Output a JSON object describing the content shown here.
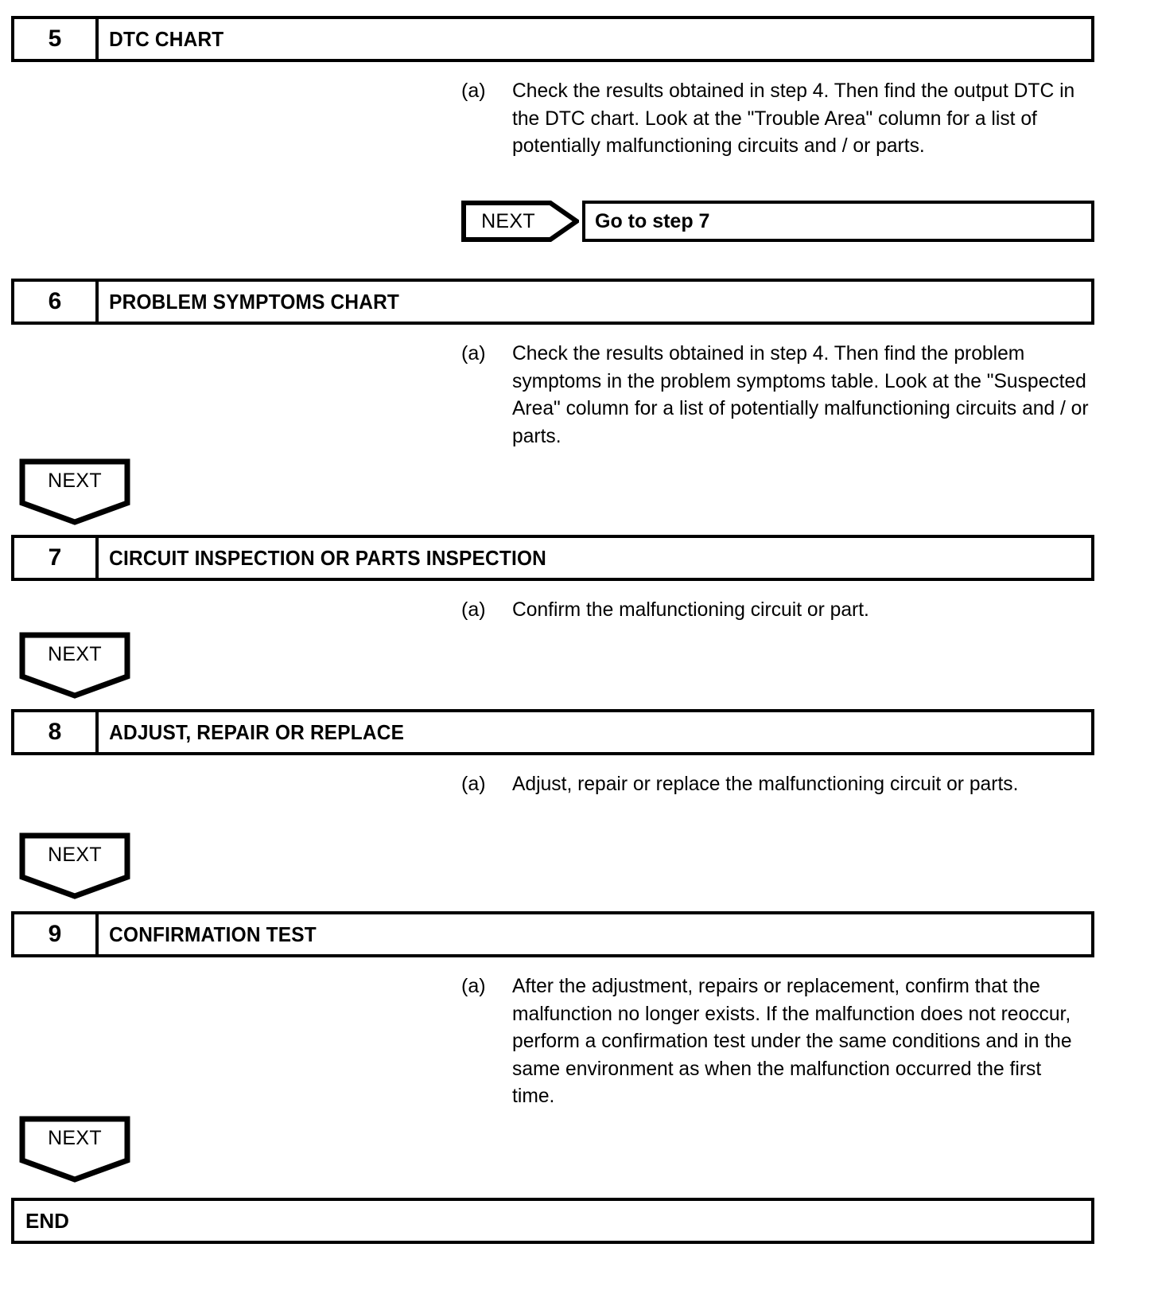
{
  "document": {
    "type": "troubleshooting-flowchart",
    "end_label": "END"
  },
  "steps": [
    {
      "number": "5",
      "title": "DTC CHART",
      "instruction_marker": "(a)",
      "instruction": "Check the results obtained in step 4. Then find the output DTC in the DTC chart. Look at the \"Trouble Area\" column for a list of potentially malfunctioning circuits and / or parts.",
      "branch": {
        "next_label": "NEXT",
        "target_label": "Go to step 7"
      }
    },
    {
      "number": "6",
      "title": "PROBLEM SYMPTOMS CHART",
      "instruction_marker": "(a)",
      "instruction": "Check the results obtained in step 4. Then find the problem symptoms in the problem symptoms table. Look at the \"Suspected Area\" column for a list of potentially malfunctioning circuits and / or parts.",
      "next_label": "NEXT"
    },
    {
      "number": "7",
      "title": "CIRCUIT INSPECTION OR PARTS INSPECTION",
      "instruction_marker": "(a)",
      "instruction": "Confirm the malfunctioning circuit or part.",
      "next_label": "NEXT"
    },
    {
      "number": "8",
      "title": "ADJUST, REPAIR OR REPLACE",
      "instruction_marker": "(a)",
      "instruction": "Adjust, repair or replace the malfunctioning circuit or parts.",
      "next_label": "NEXT"
    },
    {
      "number": "9",
      "title": "CONFIRMATION TEST",
      "instruction_marker": "(a)",
      "instruction": "After the adjustment, repairs or replacement, confirm that the malfunction no longer exists. If the malfunction does not reoccur, perform a confirmation test under the same conditions and in the same environment as when the malfunction occurred the first time.",
      "next_label": "NEXT"
    }
  ],
  "colors": {
    "ink": "#000000",
    "paper": "#ffffff"
  }
}
